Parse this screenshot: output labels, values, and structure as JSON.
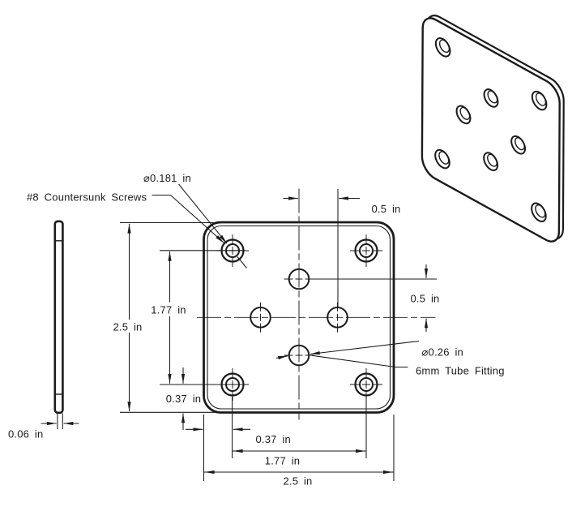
{
  "drawing": {
    "colors": {
      "line": "#1b1b1b",
      "background": "#ffffff"
    },
    "labels": {
      "dia_countersunk": "⌀0.181 in",
      "note_countersunk": "#8 Countersunk Screws",
      "top_offset": "0.5 in",
      "right_offset": "0.5 in",
      "left_inner_span": "1.77 in",
      "left_overall": "2.5 in",
      "left_corner_offset": "0.37 in",
      "bottom_corner_offset": "0.37 in",
      "bottom_inner_span": "1.77 in",
      "bottom_overall": "2.5 in",
      "thickness": "0.06 in",
      "dia_center": "⌀0.26 in",
      "note_center": "6mm Tube Fitting"
    }
  }
}
